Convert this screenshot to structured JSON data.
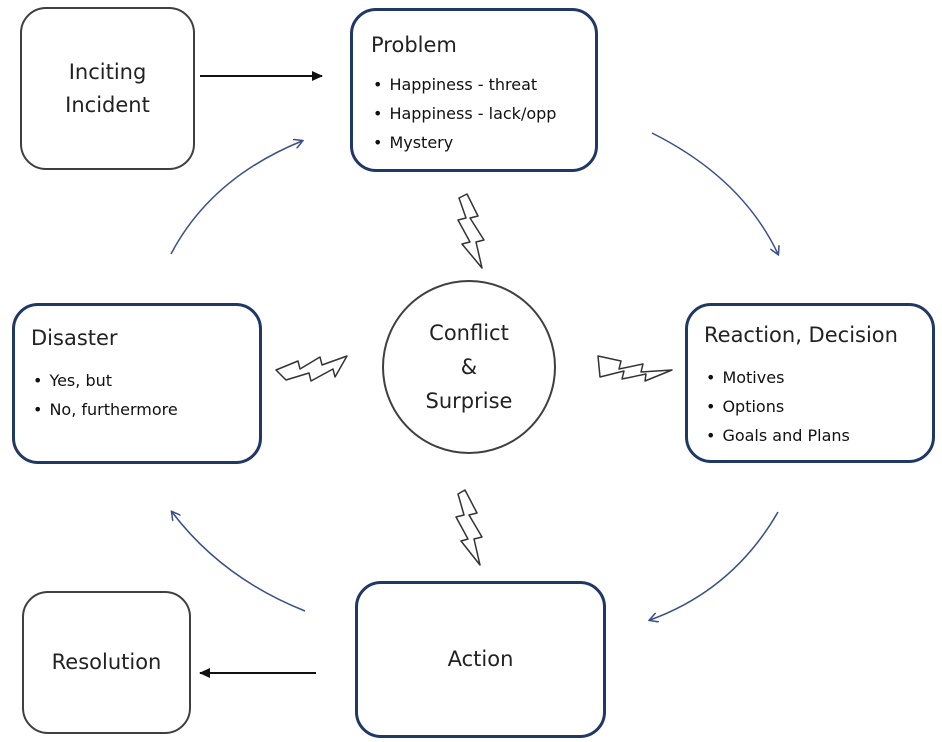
{
  "inciting": {
    "line1": "Inciting",
    "line2": "Incident"
  },
  "problem": {
    "title": "Problem",
    "items": [
      "Happiness - threat",
      "Happiness - lack/opp",
      "Mystery"
    ]
  },
  "reaction": {
    "title": "Reaction, Decision",
    "items": [
      "Motives",
      "Options",
      "Goals and Plans"
    ]
  },
  "action": {
    "title": "Action"
  },
  "disaster": {
    "title": "Disaster",
    "items": [
      "Yes, but",
      "No, furthermore"
    ]
  },
  "resolution": {
    "title": "Resolution"
  },
  "center": {
    "line1": "Conflict",
    "line2": "&",
    "line3": "Surprise"
  },
  "colors": {
    "cycle_border": "#1f3864",
    "side_border": "#3f3f3f",
    "arrow": "#3a4f8a"
  }
}
